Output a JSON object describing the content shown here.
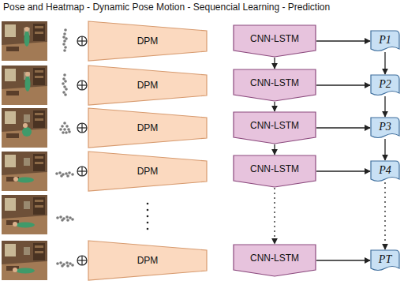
{
  "diagram": {
    "title": "Pose and Heatmap - Dynamic Pose Motion - Sequencial Learning - Prediction",
    "nodes": [
      {
        "text": [
          "DPM"
        ]
      },
      {
        "text": [
          "CNN-LSTM"
        ]
      },
      {
        "text": [
          "P1"
        ]
      },
      {
        "text": [
          "DPM"
        ]
      },
      {
        "text": [
          "CNN-LSTM"
        ]
      },
      {
        "text": [
          "P2"
        ]
      },
      {
        "text": [
          "DPM"
        ]
      },
      {
        "text": [
          "CNN-LSTM"
        ]
      },
      {
        "text": [
          "P3"
        ]
      },
      {
        "text": [
          "DPM"
        ]
      },
      {
        "text": [
          "CNN-LSTM"
        ]
      },
      {
        "text": [
          "P4"
        ]
      },
      {
        "text": [
          "DPM"
        ]
      },
      {
        "text": [
          "CNN-LSTM"
        ]
      },
      {
        "text": [
          "PT"
        ]
      }
    ],
    "edges": [
      {
        "from": 1,
        "to": 2,
        "arrow": "to"
      },
      {
        "from": 1,
        "to": 4,
        "arrow": "to"
      },
      {
        "from": 2,
        "to": 5,
        "arrow": "to"
      },
      {
        "from": 4,
        "to": 5,
        "arrow": "to"
      },
      {
        "from": 4,
        "to": 7,
        "arrow": "to"
      },
      {
        "from": 5,
        "to": 8,
        "arrow": "to"
      },
      {
        "from": 7,
        "to": 8,
        "arrow": "to"
      },
      {
        "from": 7,
        "to": 10,
        "arrow": "to"
      },
      {
        "from": 8,
        "to": 11,
        "arrow": "to"
      },
      {
        "from": 10,
        "to": 11,
        "arrow": "to"
      },
      {
        "from": 10,
        "to": 13,
        "arrow": "to"
      },
      {
        "from": 11,
        "to": 14,
        "arrow": "to"
      },
      {
        "from": 13,
        "to": 14,
        "arrow": "to"
      }
    ]
  }
}
